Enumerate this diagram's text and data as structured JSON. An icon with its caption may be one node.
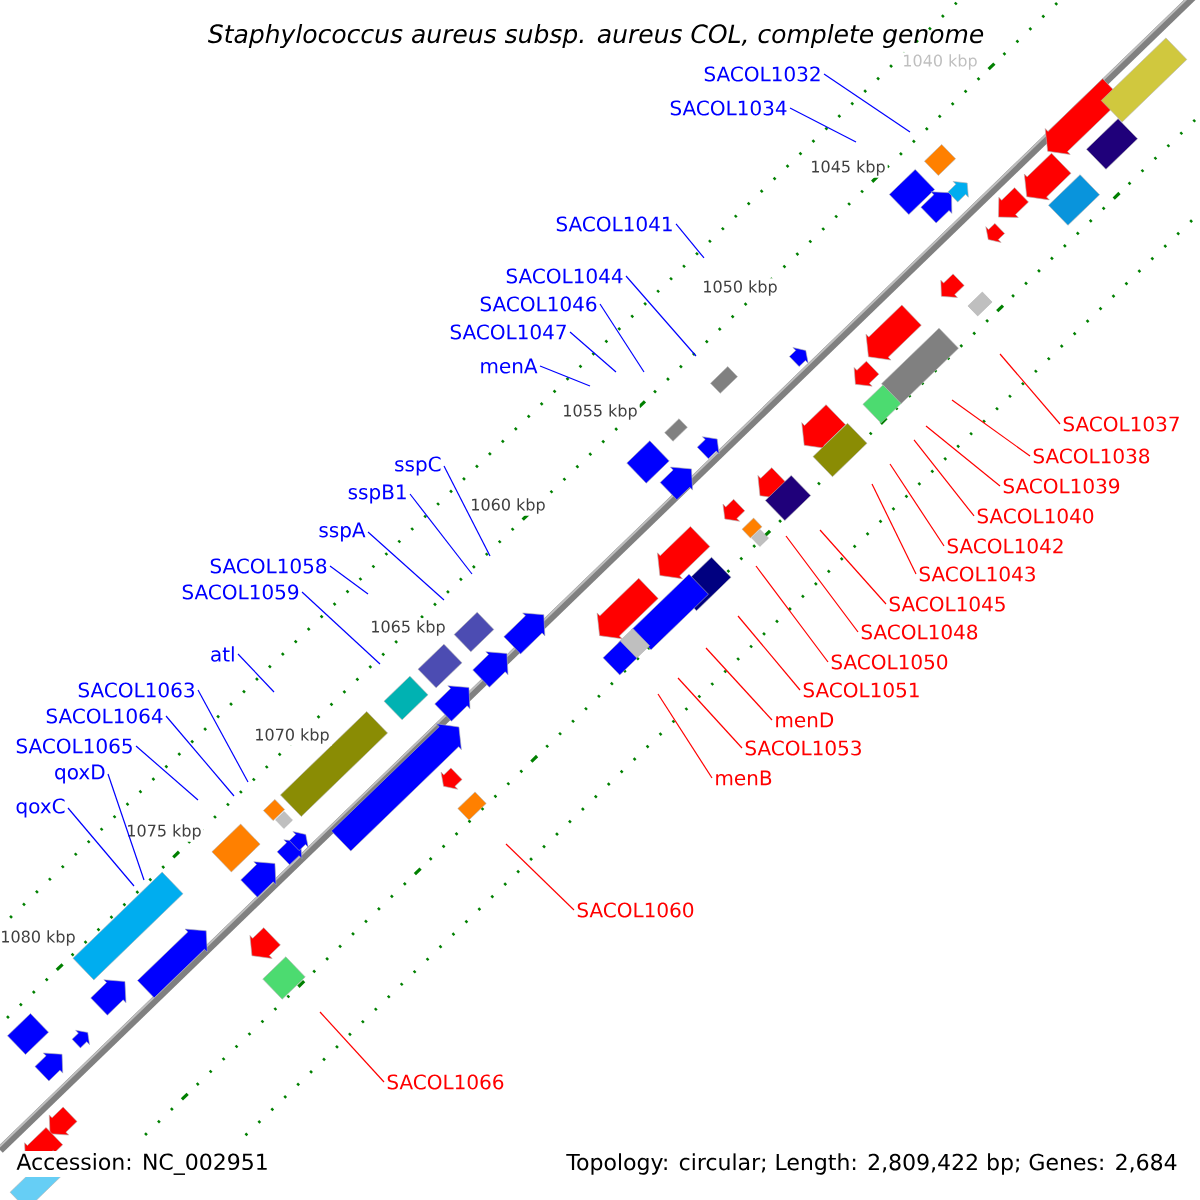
{
  "diagram": {
    "title": "Staphylococcus aureus subsp. aureus COL, complete genome",
    "nodes": [
      {
        "text": [
          "SACOL1032"
        ]
      },
      {
        "text": [
          "SACOL1034"
        ]
      },
      {
        "text": [
          "SACOL1041"
        ]
      },
      {
        "text": [
          "SACOL1044"
        ]
      },
      {
        "text": [
          "SACOL1046"
        ]
      },
      {
        "text": [
          "SACOL1047"
        ]
      },
      {
        "text": [
          "menA"
        ]
      },
      {
        "text": [
          "SACOL1037"
        ]
      },
      {
        "text": [
          "SACOL1038"
        ]
      },
      {
        "text": [
          "SACOL1039"
        ]
      },
      {
        "text": [
          "SACOL1040"
        ]
      },
      {
        "text": [
          "SACOL1042"
        ]
      },
      {
        "text": [
          "SACOL1043"
        ]
      },
      {
        "text": [
          "SACOL1045"
        ]
      },
      {
        "text": [
          "SACOL1048"
        ]
      },
      {
        "text": [
          "SACOL1050"
        ]
      },
      {
        "text": [
          "SACOL1051"
        ]
      },
      {
        "text": [
          "menD"
        ]
      },
      {
        "text": [
          "SACOL1053"
        ]
      },
      {
        "text": [
          "menB"
        ]
      },
      {
        "text": [
          "sspC"
        ]
      },
      {
        "text": [
          "sspB1"
        ]
      },
      {
        "text": [
          "sspA"
        ]
      },
      {
        "text": [
          "SACOL1058"
        ]
      },
      {
        "text": [
          "SACOL1059"
        ]
      },
      {
        "text": [
          "atl"
        ]
      },
      {
        "text": [
          "SACOL1063"
        ]
      },
      {
        "text": [
          "SACOL1064"
        ]
      },
      {
        "text": [
          "SACOL1065"
        ]
      },
      {
        "text": [
          "qoxD"
        ]
      },
      {
        "text": [
          "qoxC"
        ]
      },
      {
        "text": [
          "SACOL1060"
        ]
      },
      {
        "text": [
          "SACOL1066"
        ]
      }
    ],
    "edges": [
      {
        "from": 0,
        "to": null,
        "arrow": "none"
      },
      {
        "from": 1,
        "to": null,
        "arrow": "none"
      },
      {
        "from": 2,
        "to": null,
        "arrow": "none"
      },
      {
        "from": 3,
        "to": null,
        "arrow": "none"
      },
      {
        "from": 4,
        "to": null,
        "arrow": "none"
      },
      {
        "from": 5,
        "to": null,
        "arrow": "none"
      },
      {
        "from": 6,
        "to": null,
        "arrow": "none"
      },
      {
        "from": 7,
        "to": null,
        "arrow": "none",
        "color": "#ff0000"
      },
      {
        "from": 8,
        "to": null,
        "arrow": "none",
        "color": "#ff0000"
      },
      {
        "from": 9,
        "to": null,
        "arrow": "none",
        "color": "#ff0000"
      },
      {
        "from": 10,
        "to": null,
        "arrow": "none",
        "color": "#ff0000"
      },
      {
        "from": 11,
        "to": null,
        "arrow": "none",
        "color": "#ff0000"
      },
      {
        "from": 12,
        "to": null,
        "arrow": "none",
        "color": "#ff0000"
      },
      {
        "from": 13,
        "to": null,
        "arrow": "none",
        "color": "#ff0000"
      },
      {
        "from": 14,
        "to": null,
        "arrow": "none",
        "color": "#ff0000"
      },
      {
        "from": 15,
        "to": null,
        "arrow": "none",
        "color": "#ff0000"
      },
      {
        "from": 16,
        "to": null,
        "arrow": "none",
        "color": "#ff0000"
      },
      {
        "from": 17,
        "to": null,
        "arrow": "none",
        "color": "#ff0000"
      },
      {
        "from": 18,
        "to": null,
        "arrow": "none",
        "color": "#ff0000"
      },
      {
        "from": 19,
        "to": null,
        "arrow": "none",
        "color": "#ff0000"
      },
      {
        "from": 20,
        "to": null,
        "arrow": "none"
      },
      {
        "from": 21,
        "to": null,
        "arrow": "none"
      },
      {
        "from": 22,
        "to": null,
        "arrow": "none"
      },
      {
        "from": 23,
        "to": null,
        "arrow": "none"
      },
      {
        "from": 24,
        "to": null,
        "arrow": "none"
      },
      {
        "from": 25,
        "to": null,
        "arrow": "none"
      },
      {
        "from": 26,
        "to": null,
        "arrow": "none"
      },
      {
        "from": 27,
        "to": null,
        "arrow": "none"
      },
      {
        "from": 28,
        "to": null,
        "arrow": "none"
      },
      {
        "from": 29,
        "to": null,
        "arrow": "none"
      },
      {
        "from": 30,
        "to": null,
        "arrow": "none"
      },
      {
        "from": 31,
        "to": null,
        "arrow": "none",
        "color": "#ff0000"
      },
      {
        "from": 32,
        "to": null,
        "arrow": "none",
        "color": "#ff0000"
      }
    ],
    "labels": [
      "1040 kbp",
      "1045 kbp",
      "1050 kbp",
      "1055 kbp",
      "1060 kbp",
      "1065 kbp",
      "1070 kbp",
      "1075 kbp",
      "1080 kbp",
      "Accession: NC_002951",
      "Topology: circular; Length: 2,809,422 bp; Genes: 2,684"
    ]
  }
}
